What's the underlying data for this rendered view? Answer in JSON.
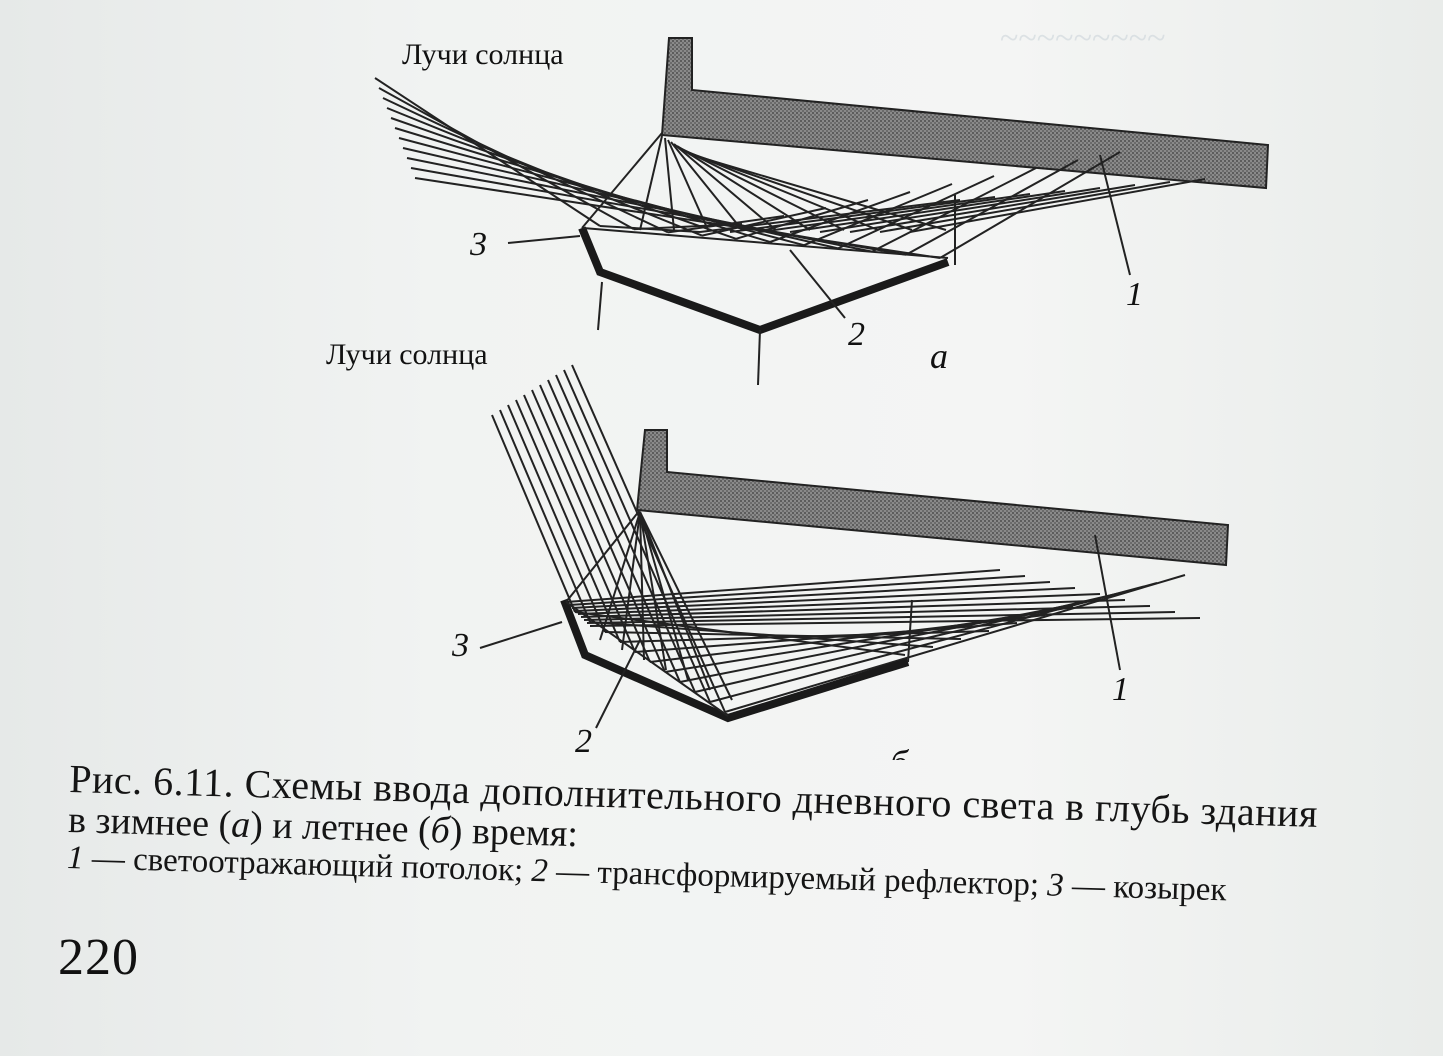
{
  "figure": {
    "sun_rays_label_a": "Лучи солнца",
    "sun_rays_label_b": "Лучи солнца",
    "label_1": "1",
    "label_2": "2",
    "label_3": "3",
    "panel_a": "а",
    "panel_b": "б"
  },
  "caption": {
    "title": "Рис. 6.11. Схемы ввода дополнительного дневного света в глубь здания",
    "line2_pre": "в зимнее (",
    "line2_a": "а",
    "line2_mid": ") и летнее (",
    "line2_b": "б",
    "line2_post": ") время:",
    "legend_1_num": "1",
    "legend_1_text": " — светоотражающий потолок; ",
    "legend_2_num": "2",
    "legend_2_text": " — трансформируемый рефлектор; ",
    "legend_3_num": "3",
    "legend_3_text": " — козырек"
  },
  "page_number": "220"
}
